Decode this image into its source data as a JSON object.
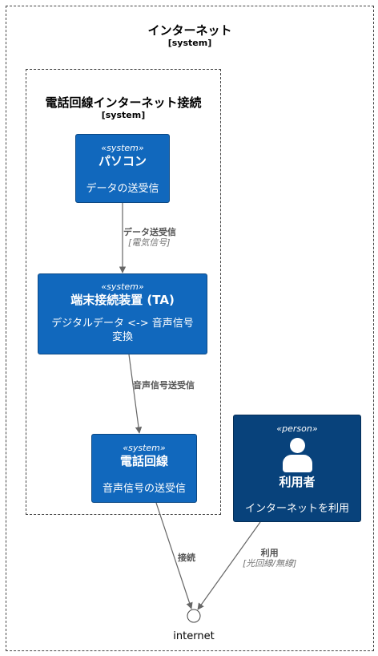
{
  "outer_boundary": {
    "name": "インターネット",
    "kind": "[system]"
  },
  "inner_boundary": {
    "name": "電話回線インターネット接続",
    "kind": "[system]"
  },
  "nodes": {
    "pc": {
      "stereotype": "«system»",
      "name": "パソコン",
      "description": "データの送受信"
    },
    "ta": {
      "stereotype": "«system»",
      "name": "端末接続装置 (TA)",
      "description": "デジタルデータ <-> 音声信号変換"
    },
    "line": {
      "stereotype": "«system»",
      "name": "電話回線",
      "description": "音声信号の送受信"
    },
    "user": {
      "stereotype": "«person»",
      "name": "利用者",
      "description": "インターネットを利用"
    }
  },
  "edges": {
    "pc_ta": {
      "label": "データ送受信",
      "tech": "[電気信号]"
    },
    "ta_line": {
      "label": "音声信号送受信"
    },
    "line_internet": {
      "label": "接続"
    },
    "user_internet": {
      "label": "利用",
      "tech": "[光回線/無線]"
    }
  },
  "interface": {
    "label": "internet"
  },
  "colors": {
    "system": "#1168bd",
    "person": "#08427b",
    "edge": "#666666"
  }
}
